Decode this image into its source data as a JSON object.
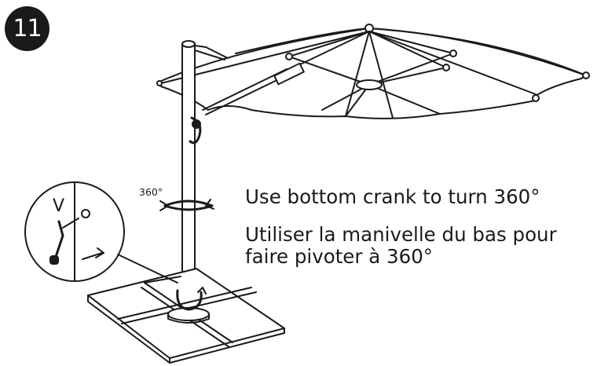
{
  "step": {
    "number": "11"
  },
  "callouts": {
    "rotation_angle": "360°",
    "detail_letter": "V"
  },
  "instructions": {
    "english": "Use bottom crank to turn 360°",
    "french_line1": "Utiliser la manivelle du bas pour",
    "french_line2": "faire pivoter à 360°"
  },
  "colors": {
    "ink": "#1a1a1a",
    "badge_fill": "#1a1a1a",
    "badge_text": "#ffffff",
    "paper": "#ffffff"
  },
  "icons": [
    "rotation-arrow-icon",
    "crank-handle-icon"
  ]
}
